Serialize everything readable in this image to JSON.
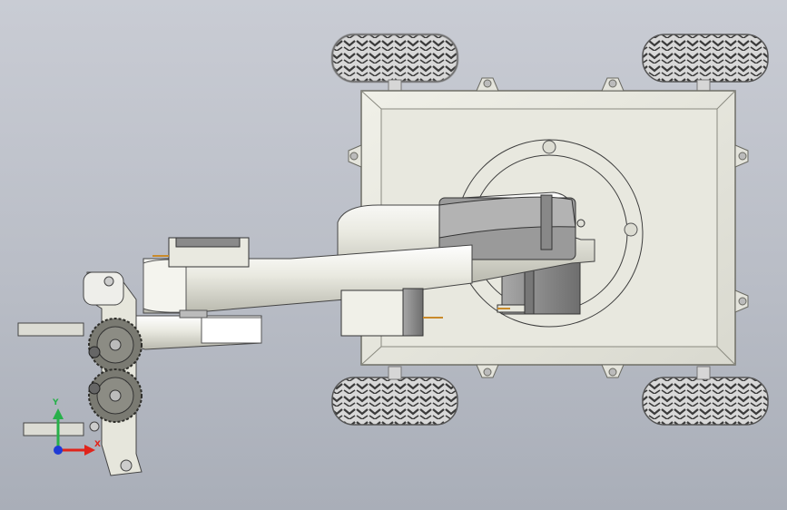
{
  "viewport": {
    "background_top": "#c9ccd4",
    "background_bottom": "#a9aeb8"
  },
  "model": {
    "parts": [
      "chassis-plate",
      "turntable",
      "arm-link",
      "servo-motor",
      "gear-train",
      "gripper",
      "wheel"
    ],
    "wheel_count": 4,
    "colors": {
      "plate": "#e6e6dc",
      "servo_body": "#8f8f8f",
      "gear": "#6e6e66",
      "tire": "#bdbdbd"
    }
  },
  "triad": {
    "y_label": "Y",
    "x_label": "X",
    "y_color": "#27b04a",
    "x_color": "#e0241b",
    "z_color": "#1f3bd6",
    "icon": "view-orientation-triad-icon"
  }
}
